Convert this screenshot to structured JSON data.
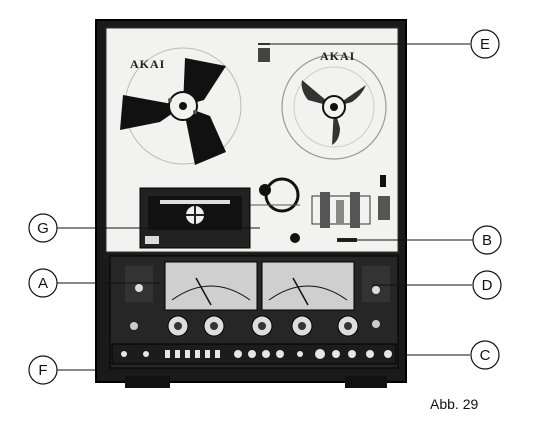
{
  "figure": {
    "caption": "Abb. 29",
    "brand_left": "AKAI",
    "brand_right": "AKAI"
  },
  "callouts": [
    {
      "id": "E",
      "label": "E"
    },
    {
      "id": "G",
      "label": "G"
    },
    {
      "id": "B",
      "label": "B"
    },
    {
      "id": "A",
      "label": "A"
    },
    {
      "id": "D",
      "label": "D"
    },
    {
      "id": "F",
      "label": "F"
    },
    {
      "id": "C",
      "label": "C"
    }
  ],
  "icons": {
    "reel": "reel-icon",
    "vu_meter": "vu-meter-icon",
    "knob": "knob-icon",
    "cassette": "cassette-icon"
  },
  "colors": {
    "cabinet": "#1a1a1a",
    "faceplate": "#f2f2f0",
    "control_panel": "#262626",
    "meter": "#cfcfcf",
    "line": "#111111"
  }
}
